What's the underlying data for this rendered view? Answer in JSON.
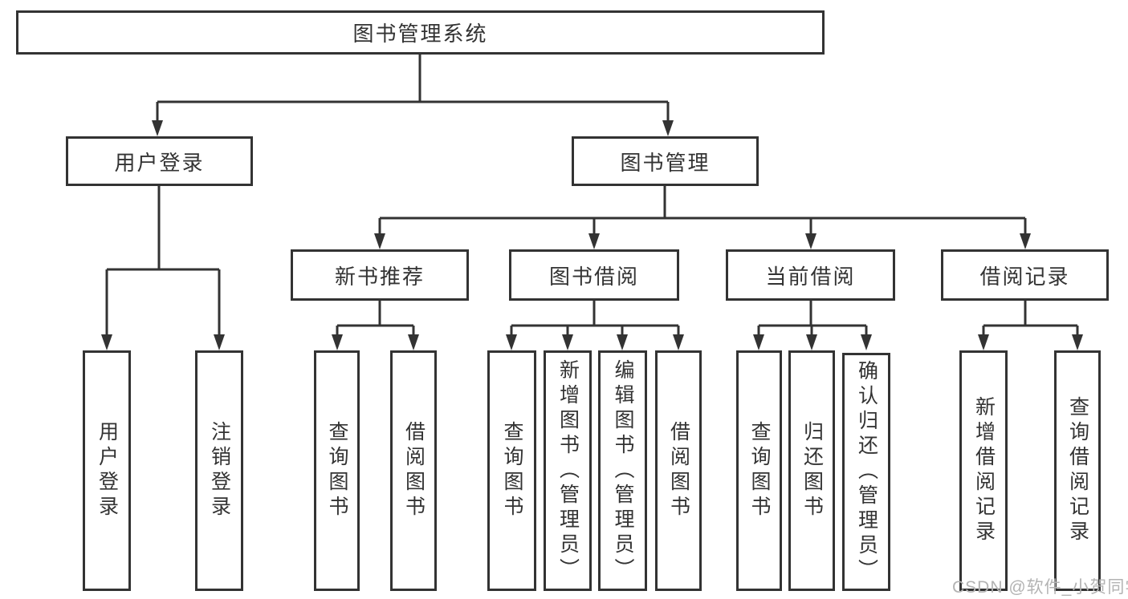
{
  "colors": {
    "line": "#333333",
    "box_border": "#333333",
    "text": "#333333",
    "watermark": "#b3b3b3",
    "background": "#ffffff"
  },
  "nodes": {
    "root": "图书管理系统",
    "level2": {
      "user_login": "用户登录",
      "book_management": "图书管理"
    },
    "level3": {
      "new_book_recommend": "新书推荐",
      "book_borrowing": "图书借阅",
      "current_borrowing": "当前借阅",
      "borrowing_records": "借阅记录"
    },
    "leaves": {
      "user_login": "用户登录",
      "logout": "注销登录",
      "query_books_1": "查询图书",
      "borrow_books_1": "借阅图书",
      "query_books_2": "查询图书",
      "add_books_admin": "新增图书（管理员）",
      "edit_books_admin": "编辑图书（管理员）",
      "borrow_books_2": "借阅图书",
      "query_books_3": "查询图书",
      "return_books": "归还图书",
      "confirm_return_admin": "确认归还（管理员）",
      "add_borrow_record": "新增借阅记录",
      "query_borrow_record": "查询借阅记录"
    }
  },
  "watermark": "CSDN @软件_小贺同学"
}
